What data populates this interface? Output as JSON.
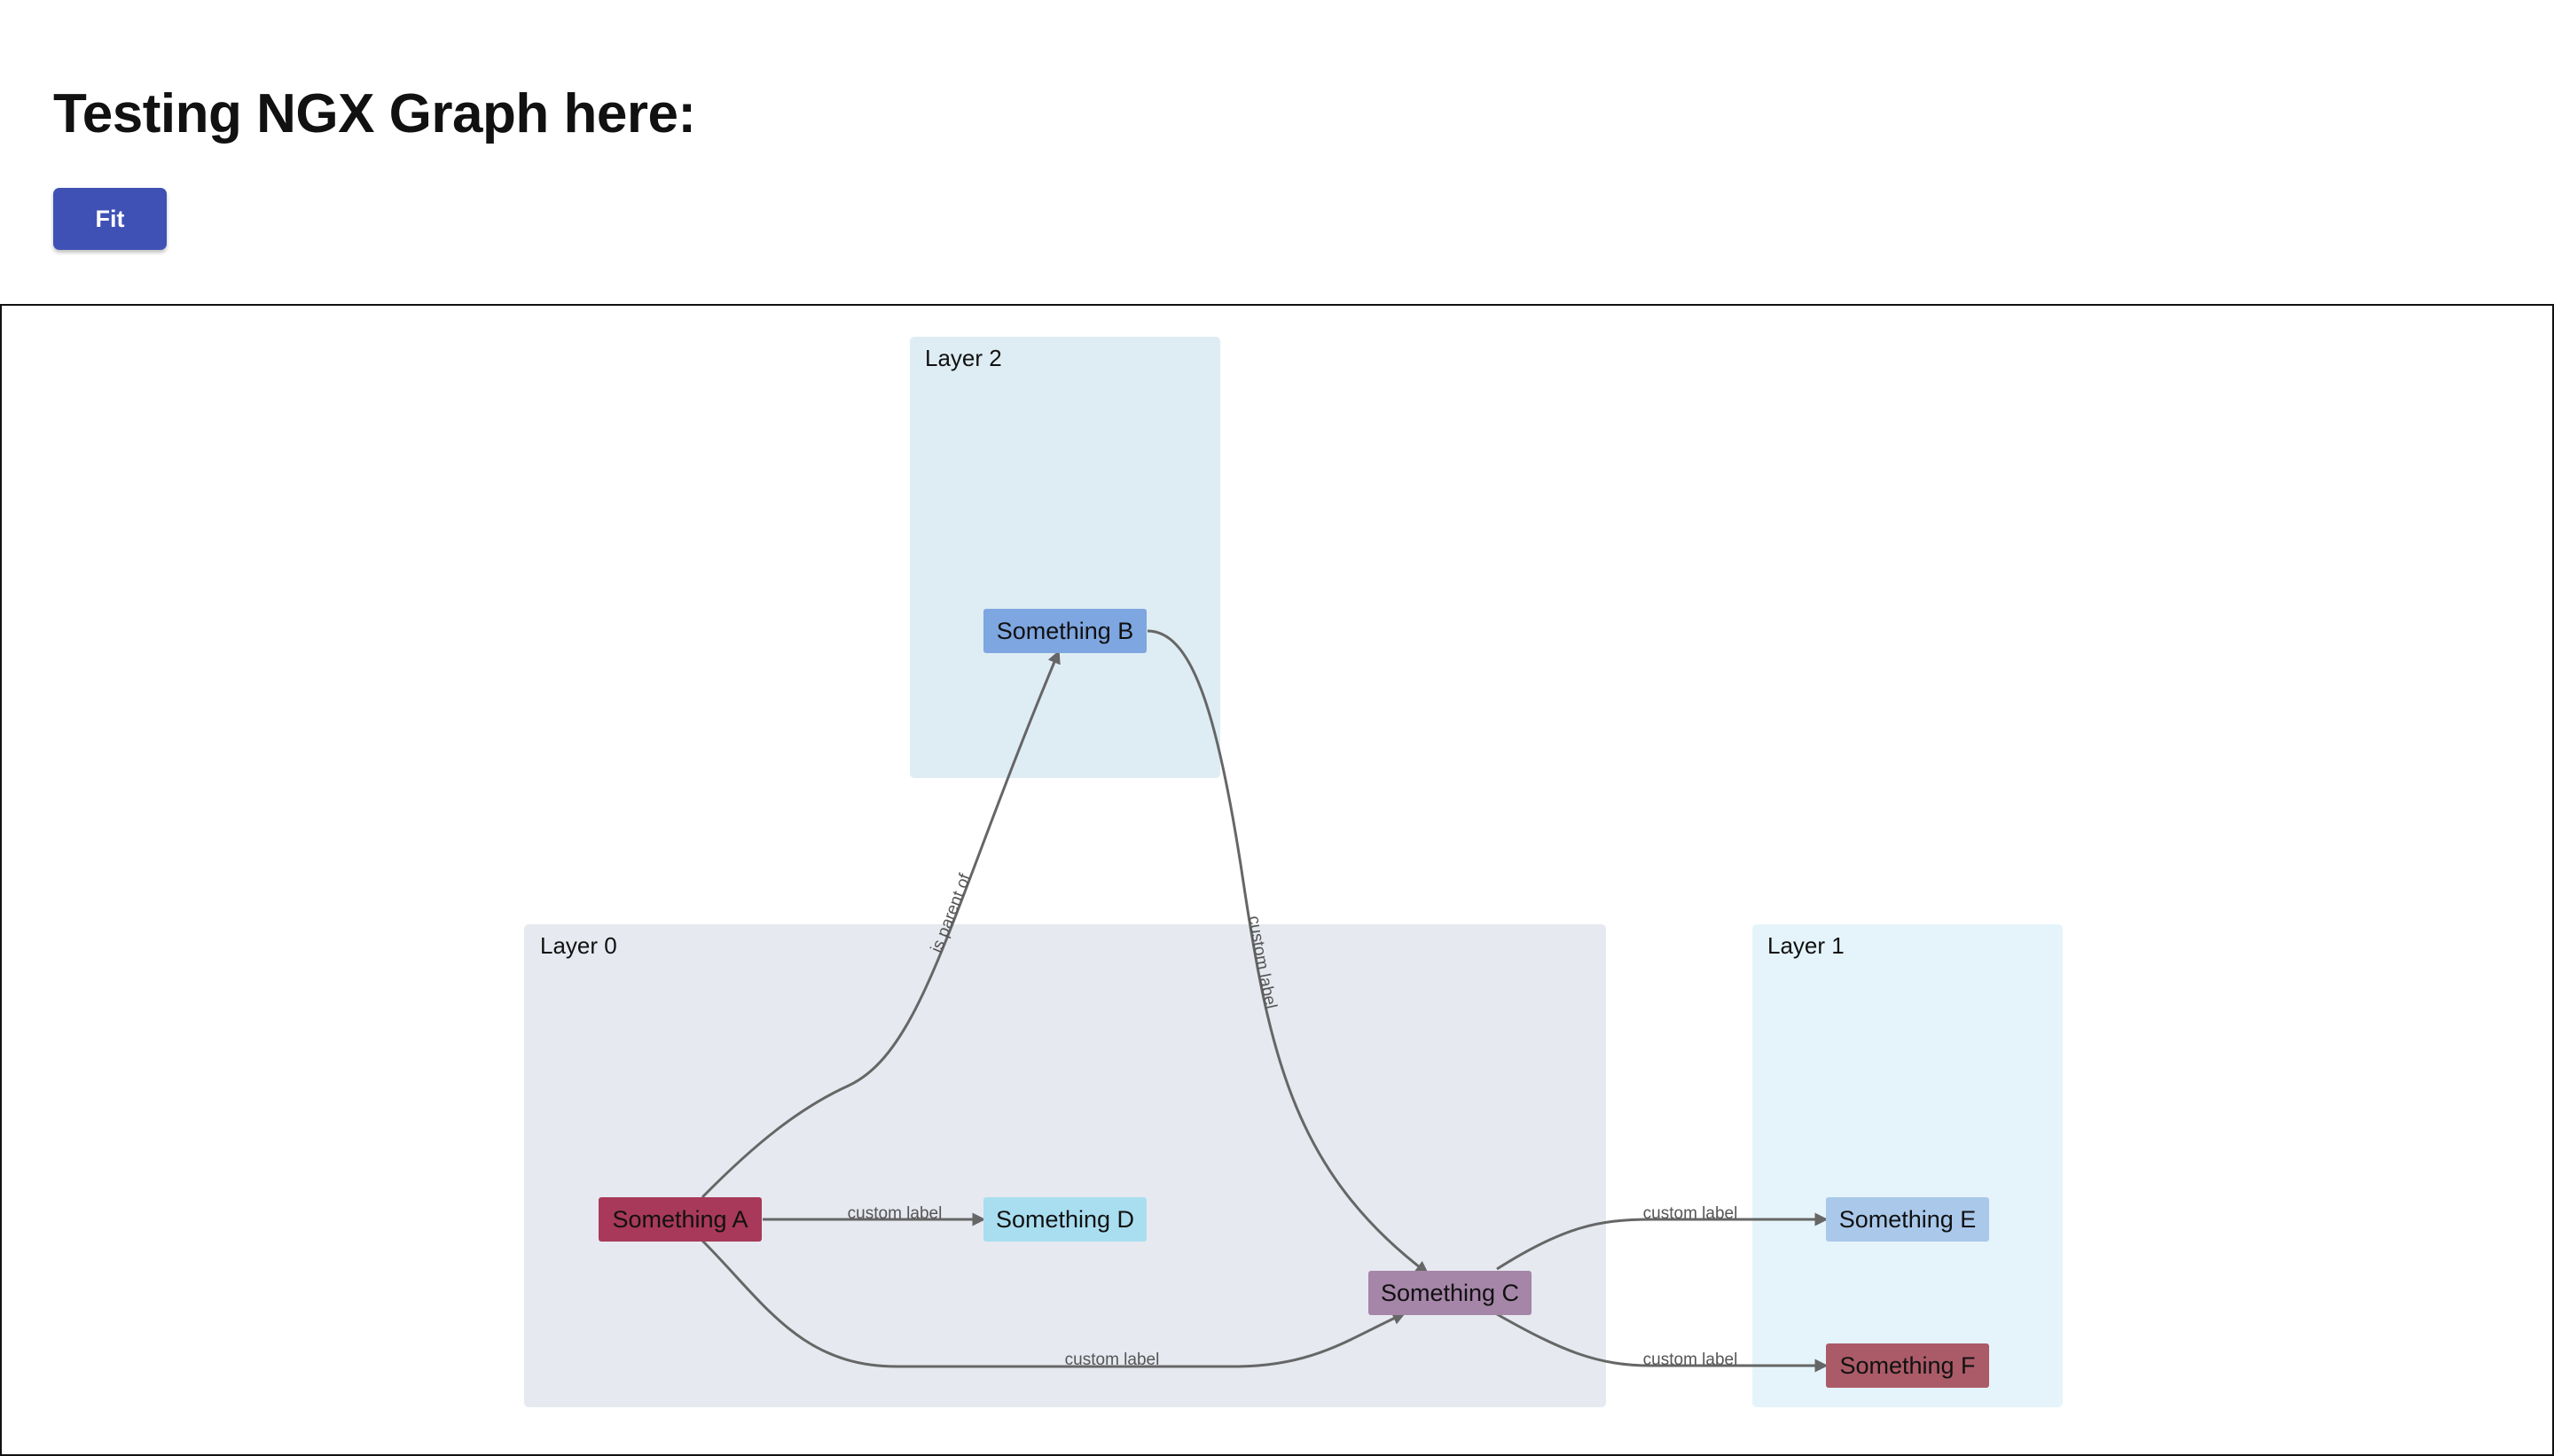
{
  "header": {
    "title": "Testing NGX Graph here:",
    "fit_label": "Fit"
  },
  "graph": {
    "clusters": [
      {
        "id": "layer2",
        "label": "Layer 2",
        "color": "#deedf3"
      },
      {
        "id": "layer0",
        "label": "Layer 0",
        "color": "#e6e9f0"
      },
      {
        "id": "layer1",
        "label": "Layer 1",
        "color": "#e5f4fa"
      }
    ],
    "nodes": [
      {
        "id": "b",
        "label": "Something B",
        "color": "#7ea6e0"
      },
      {
        "id": "a",
        "label": "Something A",
        "color": "#a8395a"
      },
      {
        "id": "d",
        "label": "Something D",
        "color": "#a9def0"
      },
      {
        "id": "c",
        "label": "Something C",
        "color": "#a585a8"
      },
      {
        "id": "e",
        "label": "Something E",
        "color": "#a9c8ea"
      },
      {
        "id": "f",
        "label": "Something F",
        "color": "#ab5b68"
      }
    ],
    "edges": [
      {
        "id": "a-b",
        "source": "Something A",
        "target": "Something B",
        "label": "is parent of"
      },
      {
        "id": "b-c",
        "source": "Something B",
        "target": "Something C",
        "label": "custom label"
      },
      {
        "id": "a-d",
        "source": "Something A",
        "target": "Something D",
        "label": "custom label"
      },
      {
        "id": "a-c",
        "source": "Something A",
        "target": "Something C",
        "label": "custom label"
      },
      {
        "id": "c-e",
        "source": "Something C",
        "target": "Something E",
        "label": "custom label"
      },
      {
        "id": "c-f",
        "source": "Something C",
        "target": "Something F",
        "label": "custom label"
      }
    ]
  }
}
